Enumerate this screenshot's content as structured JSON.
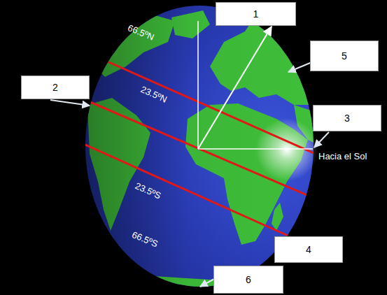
{
  "diagram": {
    "nodes": [
      {
        "text": [
          "1"
        ]
      },
      {
        "text": [
          "2"
        ]
      },
      {
        "text": [
          "3"
        ]
      },
      {
        "text": [
          "4"
        ]
      },
      {
        "text": [
          "5"
        ]
      },
      {
        "text": [
          "6"
        ]
      }
    ],
    "labels": [
      "66.5ºN",
      "23.5ºN",
      "23.5ºS",
      "66.5ºS",
      "Hacia el Sol"
    ]
  }
}
